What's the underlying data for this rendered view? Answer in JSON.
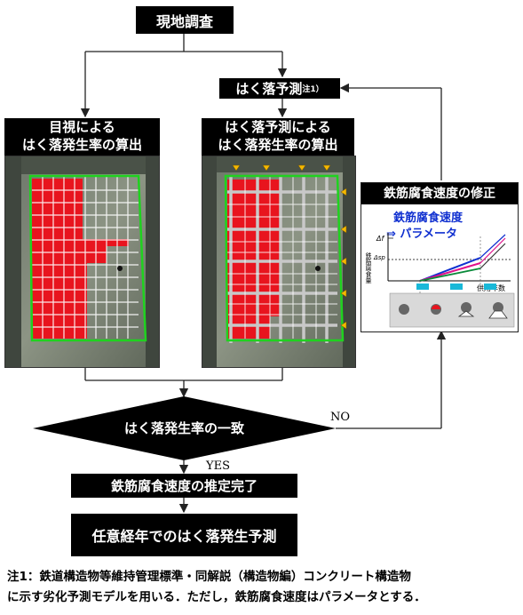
{
  "flow": {
    "survey": "現地調査",
    "prediction": "はく落予測",
    "prediction_sup": "注1）",
    "visual_title_line1": "目視による",
    "visual_title_line2": "はく落発生率の算出",
    "predict_title_line1": "はく落予測による",
    "predict_title_line2": "はく落発生率の算出",
    "decision": "はく落発生率の一致",
    "no_label": "NO",
    "yes_label": "YES",
    "complete": "鉄筋腐食速度の推定完了",
    "final": "任意経年でのはく落発生予測"
  },
  "correction": {
    "title": "鉄筋腐食速度の修正",
    "chart_title": "鉄筋腐食速度",
    "chart_sub": "⇒ パラメータ",
    "y_axis": "鉄筋腐食量",
    "x_axis": "供用年数",
    "y_tick_top": "Δf",
    "y_tick_mid": "Δsp"
  },
  "notes": {
    "line1": "注1：鉄道構造物等維持管理標準・同解説（構造物編）コンクリート構造物",
    "line2": "に示す劣化予測モデルを用いる．ただし，鉄筋腐食速度はパラメータとする．"
  },
  "colors": {
    "spall_red": "#e8141e",
    "grid_line": "#ffffff",
    "green_border": "#1fd21f",
    "marker_yellow": "#f5b800",
    "blue_line": "#1030d0",
    "magenta_line": "#e0108a",
    "arrow_cyan": "#19b8d8"
  }
}
